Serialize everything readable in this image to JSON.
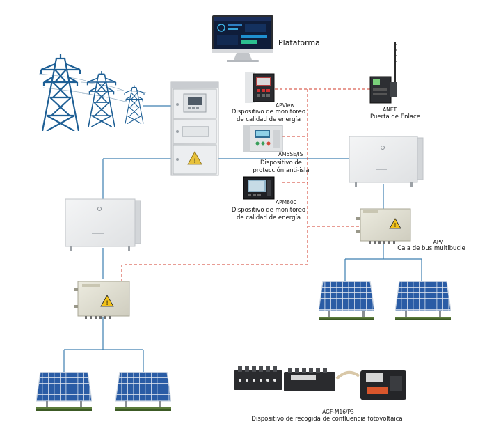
{
  "platform": {
    "label": "Plataforma"
  },
  "gateway": {
    "model": "ANET",
    "name": "Puerta de Enlace"
  },
  "apview": {
    "model": "APView",
    "desc_line1": "Dispositivo de monitoreo",
    "desc_line2": "de calidad de energía"
  },
  "am5se": {
    "model": "AM5SE/IS",
    "desc_line1": "Dispositivo de",
    "desc_line2": "protección anti-isla"
  },
  "apm800": {
    "model": "APM800",
    "desc_line1": "Dispositivo de monitoreo",
    "desc_line2": "de calidad de energía"
  },
  "apv": {
    "model": "APV",
    "name": "Caja de bus multibucle"
  },
  "agf": {
    "model": "AGF-M16/P3",
    "name": "Dispositivo de recogida de confluencia fotovoltaica"
  },
  "colors": {
    "power_line": "#3d7fb0",
    "comm_line": "#d23a2a",
    "tower": "#1e5f95",
    "panel": "#2a5ca5"
  }
}
